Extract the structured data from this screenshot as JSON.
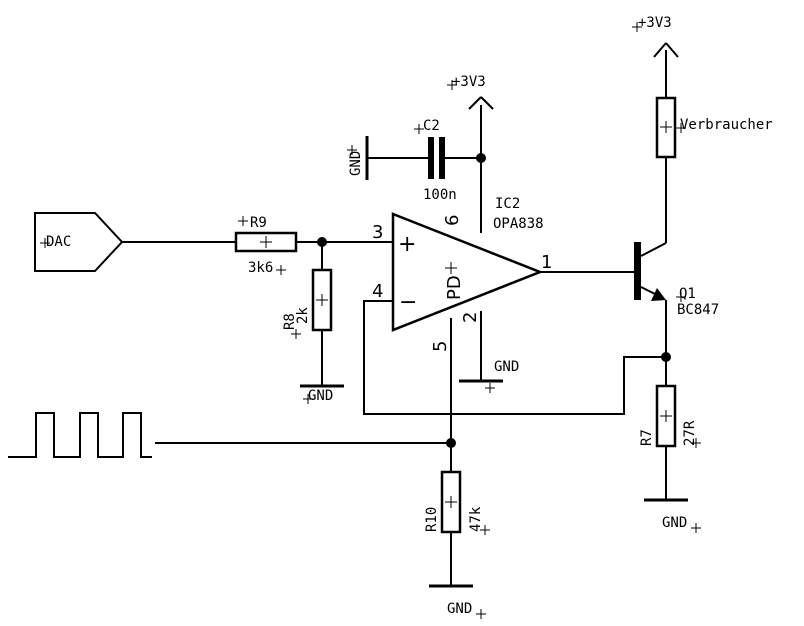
{
  "supply": {
    "top_right": "+3V3",
    "opamp": "+3V3"
  },
  "dac_label": "DAC",
  "r9": {
    "name": "R9",
    "value": "3k6"
  },
  "r8": {
    "name": "R8",
    "value": "2k"
  },
  "r10": {
    "name": "R10",
    "value": "47k"
  },
  "r7": {
    "name": "R7",
    "value": "27R"
  },
  "c2": {
    "name": "C2",
    "value": "100n"
  },
  "ic2": {
    "name": "IC2",
    "value": "OPA838",
    "pd_label": "PD"
  },
  "q1": {
    "name": "Q1",
    "value": "BC847"
  },
  "load": {
    "name": "Verbraucher"
  },
  "gnd": {
    "label": "GND"
  },
  "opamp_pins": {
    "noninv": "3",
    "inv": "4",
    "out": "1",
    "vs_pos": "6",
    "vs_neg": "2",
    "pd": "5"
  },
  "opamp_signs": {
    "plus": "+",
    "minus": "−"
  }
}
